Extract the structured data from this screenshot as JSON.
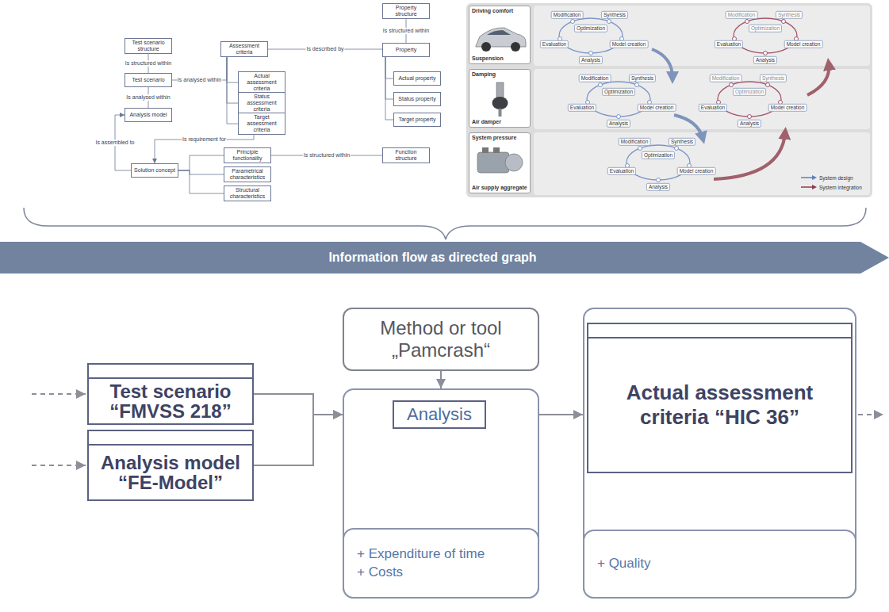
{
  "diagram": {
    "nodes": [
      {
        "text": [
          "Property structure"
        ]
      },
      {
        "text": [
          "Test scenario structure"
        ]
      },
      {
        "text": [
          "Assessment criteria"
        ]
      },
      {
        "text": [
          "Property"
        ]
      },
      {
        "text": [
          "Test scenario"
        ]
      },
      {
        "text": [
          "Actual assessment criteria"
        ]
      },
      {
        "text": [
          "Actual property"
        ]
      },
      {
        "text": [
          "Status assessment criteria"
        ]
      },
      {
        "text": [
          "Status property"
        ]
      },
      {
        "text": [
          "Analysis model"
        ]
      },
      {
        "text": [
          "Target assessment criteria"
        ]
      },
      {
        "text": [
          "Target property"
        ]
      },
      {
        "text": [
          "Principle functionality"
        ]
      },
      {
        "text": [
          "Function structure"
        ]
      },
      {
        "text": [
          "Solution concept"
        ]
      },
      {
        "text": [
          "Parametrical characteristics"
        ]
      },
      {
        "text": [
          "Structural characteristics"
        ]
      },
      {
        "text": [
          "Driving comfort",
          "Suspension"
        ]
      },
      {
        "text": [
          "Damping",
          "Air damper"
        ]
      },
      {
        "text": [
          "System pressure",
          "Air supply aggregate"
        ]
      },
      {
        "text": [
          "Information flow as directed graph"
        ]
      },
      {
        "text": [
          "Method or tool „Pamcrash“"
        ]
      },
      {
        "text": [
          "Test scenario “FMVSS 218”"
        ]
      },
      {
        "text": [
          "Analysis"
        ]
      },
      {
        "text": [
          "+ Expenditure of time",
          "+ Costs"
        ],
        "in": 23
      },
      {
        "text": [
          "Actual assessment criteria “HIC 36”"
        ]
      },
      {
        "text": [
          "+ Quality"
        ],
        "in": 25
      },
      {
        "text": [
          "Analysis model “FE-Model”"
        ]
      }
    ],
    "edges": [
      {
        "from": 4,
        "to": 1,
        "arrow": "none",
        "label": "Is structured within"
      },
      {
        "from": 2,
        "to": 3,
        "arrow": "none",
        "label": "Is described by"
      },
      {
        "from": 3,
        "to": 0,
        "arrow": "none",
        "label": "Is structured within"
      },
      {
        "from": 2,
        "to": 4,
        "arrow": "none",
        "label": "Is analysed within"
      },
      {
        "from": 2,
        "to": 5,
        "arrow": "none"
      },
      {
        "from": 2,
        "to": 7,
        "arrow": "none"
      },
      {
        "from": 2,
        "to": 10,
        "arrow": "none"
      },
      {
        "from": 3,
        "to": 6,
        "arrow": "none"
      },
      {
        "from": 3,
        "to": 8,
        "arrow": "none"
      },
      {
        "from": 3,
        "to": 11,
        "arrow": "none"
      },
      {
        "from": 9,
        "to": 4,
        "arrow": "none",
        "label": "Is analysed within"
      },
      {
        "from": 10,
        "to": 14,
        "arrow": "to",
        "label": "Is requirement for"
      },
      {
        "from": 14,
        "to": 9,
        "arrow": "to",
        "label": "Is assembled to"
      },
      {
        "from": 14,
        "to": 12,
        "arrow": "none"
      },
      {
        "from": 14,
        "to": 15,
        "arrow": "none"
      },
      {
        "from": 14,
        "to": 16,
        "arrow": "none"
      },
      {
        "from": 12,
        "to": 13,
        "arrow": "none",
        "label": "Is structured within"
      },
      {
        "from": 21,
        "to": 23,
        "arrow": "to"
      },
      {
        "from": 22,
        "to": 23,
        "arrow": "to"
      },
      {
        "from": 27,
        "to": 23,
        "arrow": "to"
      },
      {
        "from": 23,
        "to": 25,
        "arrow": "to"
      }
    ],
    "labels": [
      "Modification",
      "Synthesis",
      "Optimization",
      "Evaluation",
      "Model creation",
      "Analysis",
      "Modification",
      "Synthesis",
      "Optimization",
      "Evaluation",
      "Model creation",
      "Analysis",
      "Modification",
      "Synthesis",
      "Optimization",
      "Evaluation",
      "Model creation",
      "Analysis",
      "Modification",
      "Synthesis",
      "Optimization",
      "Evaluation",
      "Model creation",
      "Analysis",
      "Modification",
      "Synthesis",
      "Optimization",
      "Evaluation",
      "Model creation",
      "Analysis"
    ],
    "legend": [
      {
        "text": "System design"
      },
      {
        "text": "System integration"
      }
    ]
  }
}
